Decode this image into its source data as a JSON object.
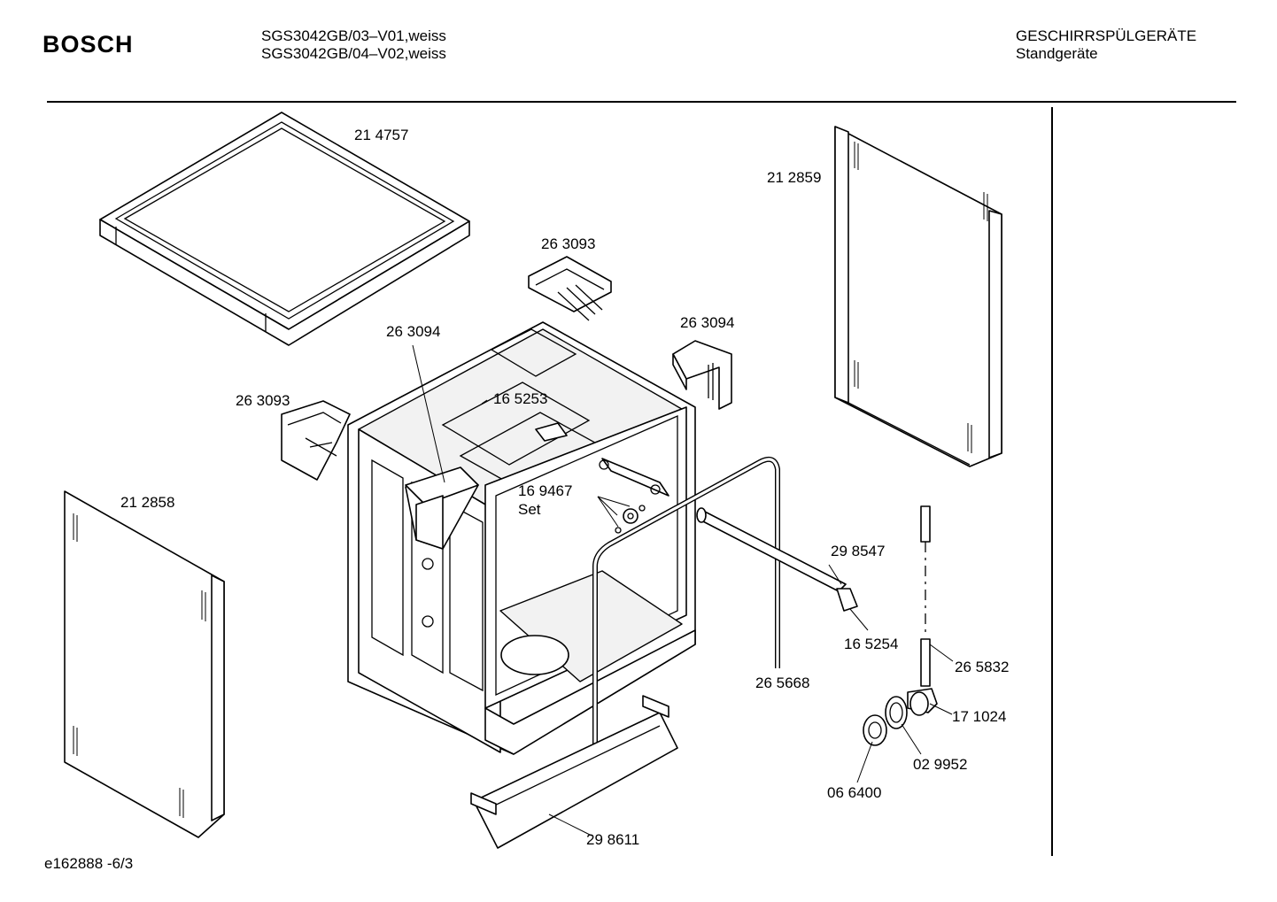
{
  "header": {
    "brand": "BOSCH",
    "models": [
      "SGS3042GB/03–V01,weiss",
      "SGS3042GB/04–V02,weiss"
    ],
    "category": "GESCHIRRSPÜLGERÄTE",
    "subcategory": "Standgeräte"
  },
  "footer": {
    "code": "e162888 -6/3"
  },
  "parts": {
    "top_cover": "21 4757",
    "side_panel_right": "21 2859",
    "bracket_top": "26 3093",
    "bracket_right": "26 3094",
    "bracket_center": "26 3094",
    "bracket_left": "26 3093",
    "clip_top": "16 5253",
    "side_panel_left": "21 2858",
    "hinge_set_number": "16 9467",
    "hinge_set_word": "Set",
    "rail": "29 8547",
    "rail_end": "16 5254",
    "door_seal": "26 5668",
    "foot_screw": "26 5832",
    "hose_connector": "17 1024",
    "ring": "02 9952",
    "cap": "06 6400",
    "plinth": "29 8611"
  }
}
